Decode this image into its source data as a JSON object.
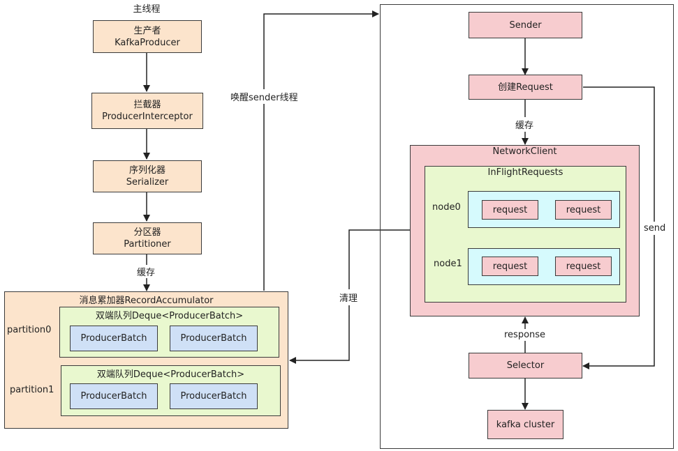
{
  "main_thread": {
    "title": "主线程",
    "producer": {
      "line1": "生产者",
      "line2": "KafkaProducer"
    },
    "interceptor": {
      "line1": "拦截器",
      "line2": "ProducerInterceptor"
    },
    "serializer": {
      "line1": "序列化器",
      "line2": "Serializer"
    },
    "partitioner": {
      "line1": "分区器",
      "line2": "Partitioner"
    },
    "cache_label": "缓存"
  },
  "accumulator": {
    "title": "消息累加器RecordAccumulator",
    "partitions": [
      {
        "label": "partition0",
        "deque_title": "双端队列Deque<ProducerBatch>",
        "batches": [
          "ProducerBatch",
          "ProducerBatch"
        ]
      },
      {
        "label": "partition1",
        "deque_title": "双端队列Deque<ProducerBatch>",
        "batches": [
          "ProducerBatch",
          "ProducerBatch"
        ]
      }
    ]
  },
  "wake_label": "唤醒sender线程",
  "clean_label": "清理",
  "sender_thread": {
    "sender": "Sender",
    "create_request": "创建Request",
    "cache_label": "缓存",
    "network_client": {
      "title": "NetworkClient",
      "inflight": {
        "title": "InFlightRequests",
        "nodes": [
          {
            "label": "node0",
            "requests": [
              "request",
              "request"
            ]
          },
          {
            "label": "node1",
            "requests": [
              "request",
              "request"
            ]
          }
        ]
      }
    },
    "send_label": "send",
    "response_label": "response",
    "selector": "Selector",
    "kafka_cluster": "kafka cluster"
  }
}
